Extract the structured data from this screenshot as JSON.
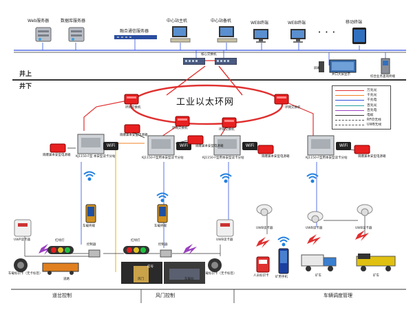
{
  "top": {
    "web_server": "Web服务器",
    "db_server": "数据库服务器",
    "comm_server": "融合通信服务器",
    "host": "中心站主机",
    "backup": "中心站备机",
    "web_terminal_1": "WEB终端",
    "web_terminal_2": "WEB终端",
    "mobile_terminal": "移动终端",
    "ellipsis": "• • •",
    "core_switch": "核心交换机",
    "screen": "屏幕",
    "dispatch": "井口大屏显示",
    "service": "综合业务查询终端"
  },
  "levels": {
    "above": "井上",
    "below": "井下"
  },
  "ring": {
    "title": "工业以太环网",
    "switch_left": "环网交换机",
    "switch_right": "环网交换机",
    "switch_mid_left": "环网交换机",
    "switch_mid_right": "环网交换机"
  },
  "legend": [
    {
      "label": "万兆光",
      "color": "#e03030"
    },
    {
      "label": "千兆光",
      "color": "#f08020"
    },
    {
      "label": "千兆电",
      "color": "#3050e0"
    },
    {
      "label": "百兆光",
      "color": "#20a0a0"
    },
    {
      "label": "百兆电",
      "color": "#9a40c0"
    },
    {
      "label": "电缆",
      "color": "#333333"
    },
    {
      "label": "RFID无线",
      "color": "#555555"
    },
    {
      "label": "UWB无线",
      "color": "#555555"
    }
  ],
  "substations": {
    "s1": "KJ1150-F型 本安型读卡分站",
    "s2": "KJ1150-F型用本安型读卡分站",
    "s3": "KJ1150-F型用本安型读卡分站",
    "s4": "KJ1150-F型用本安型读卡分站"
  },
  "power": {
    "p1": "隔爆兼本安型电源箱",
    "p2": "隔爆兼本安型电源箱",
    "p3": "隔爆兼本安型电源箱",
    "p4": "隔爆兼本安型电源箱",
    "p5": "隔爆兼本安型电源箱"
  },
  "wifi_badge": "WiFi",
  "field": {
    "uwb_reader_1": "UWP读卡器",
    "uwb_reader_2": "UWB读卡器",
    "uwb_reader_3": "UWB读卡器",
    "uwb_reader_4": "UWB读卡器",
    "uwb_reader_5": "UWB读卡器",
    "terminal_1": "车载终端",
    "terminal_2": "车载终端",
    "traffic_1": "红绿灯",
    "traffic_2": "红绿灯",
    "controller_1": "控制器",
    "controller_2": "控制器",
    "card_1": "车载标识卡（无卡标签）",
    "card_2": "车载标识卡（无卡标签）",
    "tag": "人员标识卡",
    "mine_phone": "矿用手机",
    "mine_car": "矿车",
    "mine_car_2": "矿车",
    "road": "道路",
    "door": "风门",
    "station": "车载站",
    "signal": "信号"
  },
  "sections": {
    "switch_ctrl": "道岔控制",
    "door_ctrl": "风门控制",
    "vehicle_mgmt": "车辆调度管理"
  }
}
